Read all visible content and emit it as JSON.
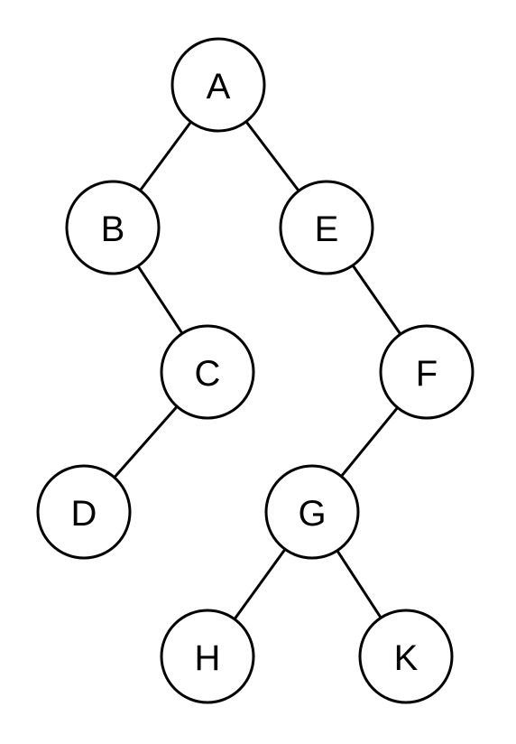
{
  "diagram": {
    "type": "binary-tree",
    "stroke_color": "#000000",
    "node_fill": "#ffffff",
    "nodes": [
      {
        "id": "A",
        "label": "A"
      },
      {
        "id": "B",
        "label": "B"
      },
      {
        "id": "E",
        "label": "E"
      },
      {
        "id": "C",
        "label": "C"
      },
      {
        "id": "F",
        "label": "F"
      },
      {
        "id": "D",
        "label": "D"
      },
      {
        "id": "G",
        "label": "G"
      },
      {
        "id": "H",
        "label": "H"
      },
      {
        "id": "K",
        "label": "K"
      }
    ],
    "edges": [
      {
        "from": "A",
        "to": "B",
        "side": "left"
      },
      {
        "from": "A",
        "to": "E",
        "side": "right"
      },
      {
        "from": "B",
        "to": "C",
        "side": "right"
      },
      {
        "from": "C",
        "to": "D",
        "side": "left"
      },
      {
        "from": "E",
        "to": "F",
        "side": "right"
      },
      {
        "from": "F",
        "to": "G",
        "side": "left"
      },
      {
        "from": "G",
        "to": "H",
        "side": "left"
      },
      {
        "from": "G",
        "to": "K",
        "side": "right"
      }
    ]
  }
}
